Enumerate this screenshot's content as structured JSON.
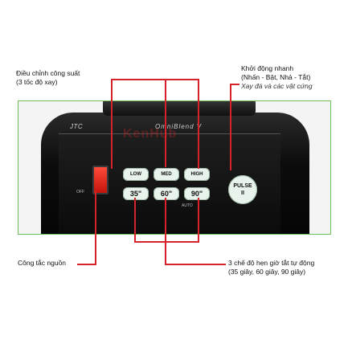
{
  "labels": {
    "power_adjust": {
      "line1": "Điều chỉnh công suất",
      "line2": "(3 tốc độ xay)"
    },
    "quick_start": {
      "line1": "Khởi động nhanh",
      "line2": "(Nhấn - Bật, Nhả - Tắt)",
      "line3": "Xay đá và các vật cứng"
    },
    "power_switch": "Công tắc nguồn",
    "timer_modes": {
      "line1": "3 chế độ hẹn giờ tắt tự động",
      "line2": "(35 giây, 60 giây, 90 giây)"
    }
  },
  "device": {
    "brand": "JTC",
    "model": "OmniBlend V",
    "watermark": "KenHub",
    "off_label": "OFF",
    "auto_label": "AUTO",
    "speed_buttons": [
      "LOW",
      "MED",
      "HIGH"
    ],
    "timer_buttons": [
      "35\"",
      "60\"",
      "90\""
    ],
    "pulse": {
      "line1": "PULSE",
      "line2": "II"
    }
  },
  "colors": {
    "accent_line": "#d8222a",
    "frame": "#6fbf5a"
  }
}
